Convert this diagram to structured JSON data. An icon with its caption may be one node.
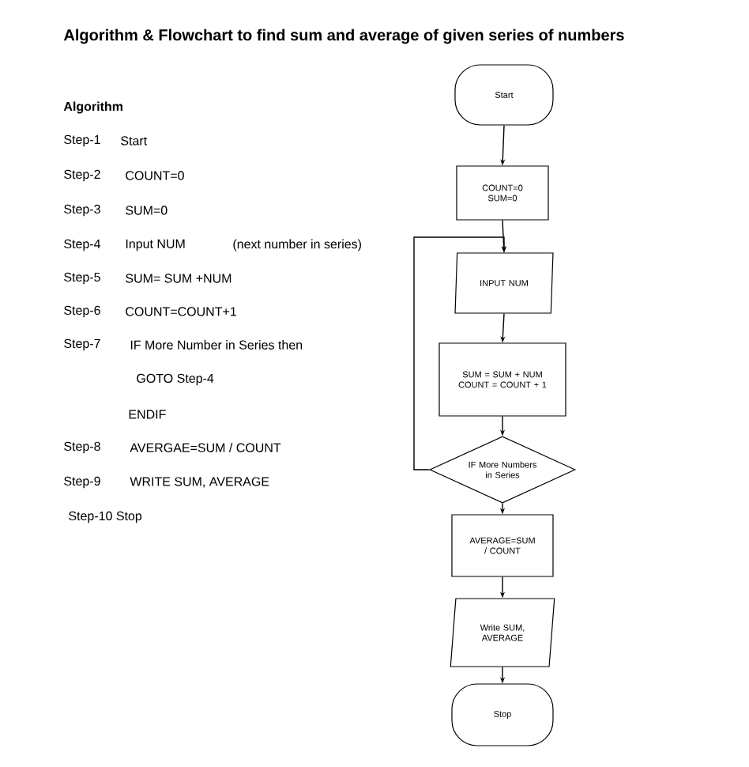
{
  "diagram": {
    "title": "Algorithm & Flowchart to find sum and average of given series of numbers",
    "nodes": [
      {
        "text": [
          "Start"
        ]
      },
      {
        "text": [
          "COUNT=0 SUM=0"
        ]
      },
      {
        "text": [
          "INPUT NUM"
        ]
      },
      {
        "text": [
          "SUM = SUM + NUM COUNT = COUNT + 1"
        ]
      },
      {
        "text": [
          "IF More Numbers in Series"
        ]
      },
      {
        "text": [
          "AVERAGE=SUM / COUNT"
        ]
      },
      {
        "text": [
          "Write SUM, AVERAGE"
        ]
      },
      {
        "text": [
          "Stop"
        ]
      }
    ],
    "edges": [
      {
        "from": 0,
        "to": 1,
        "arrow": "to"
      },
      {
        "from": 1,
        "to": 2,
        "arrow": "to"
      },
      {
        "from": 2,
        "to": 3,
        "arrow": "to"
      },
      {
        "from": 3,
        "to": 4,
        "arrow": "to"
      },
      {
        "from": 4,
        "to": 2,
        "arrow": "to"
      },
      {
        "from": 4,
        "to": 5,
        "arrow": "to"
      },
      {
        "from": 5,
        "to": 6,
        "arrow": "to"
      },
      {
        "from": 6,
        "to": 7,
        "arrow": "to"
      }
    ],
    "labels": [
      "Algorithm",
      "Step-1",
      "Start",
      "Step-2",
      "COUNT=0",
      "Step-3",
      "SUM=0",
      "Step-4",
      "Input NUM",
      "(next number in series)",
      "Step-5",
      "SUM= SUM +NUM",
      "Step-6",
      "COUNT=COUNT+1",
      "Step-7",
      "IF More Number in Series then",
      "GOTO Step-4",
      "ENDIF",
      "Step-8",
      "AVERGAE=SUM / COUNT",
      "Step-9",
      "WRITE SUM, AVERAGE",
      "Step-10 Stop"
    ]
  }
}
